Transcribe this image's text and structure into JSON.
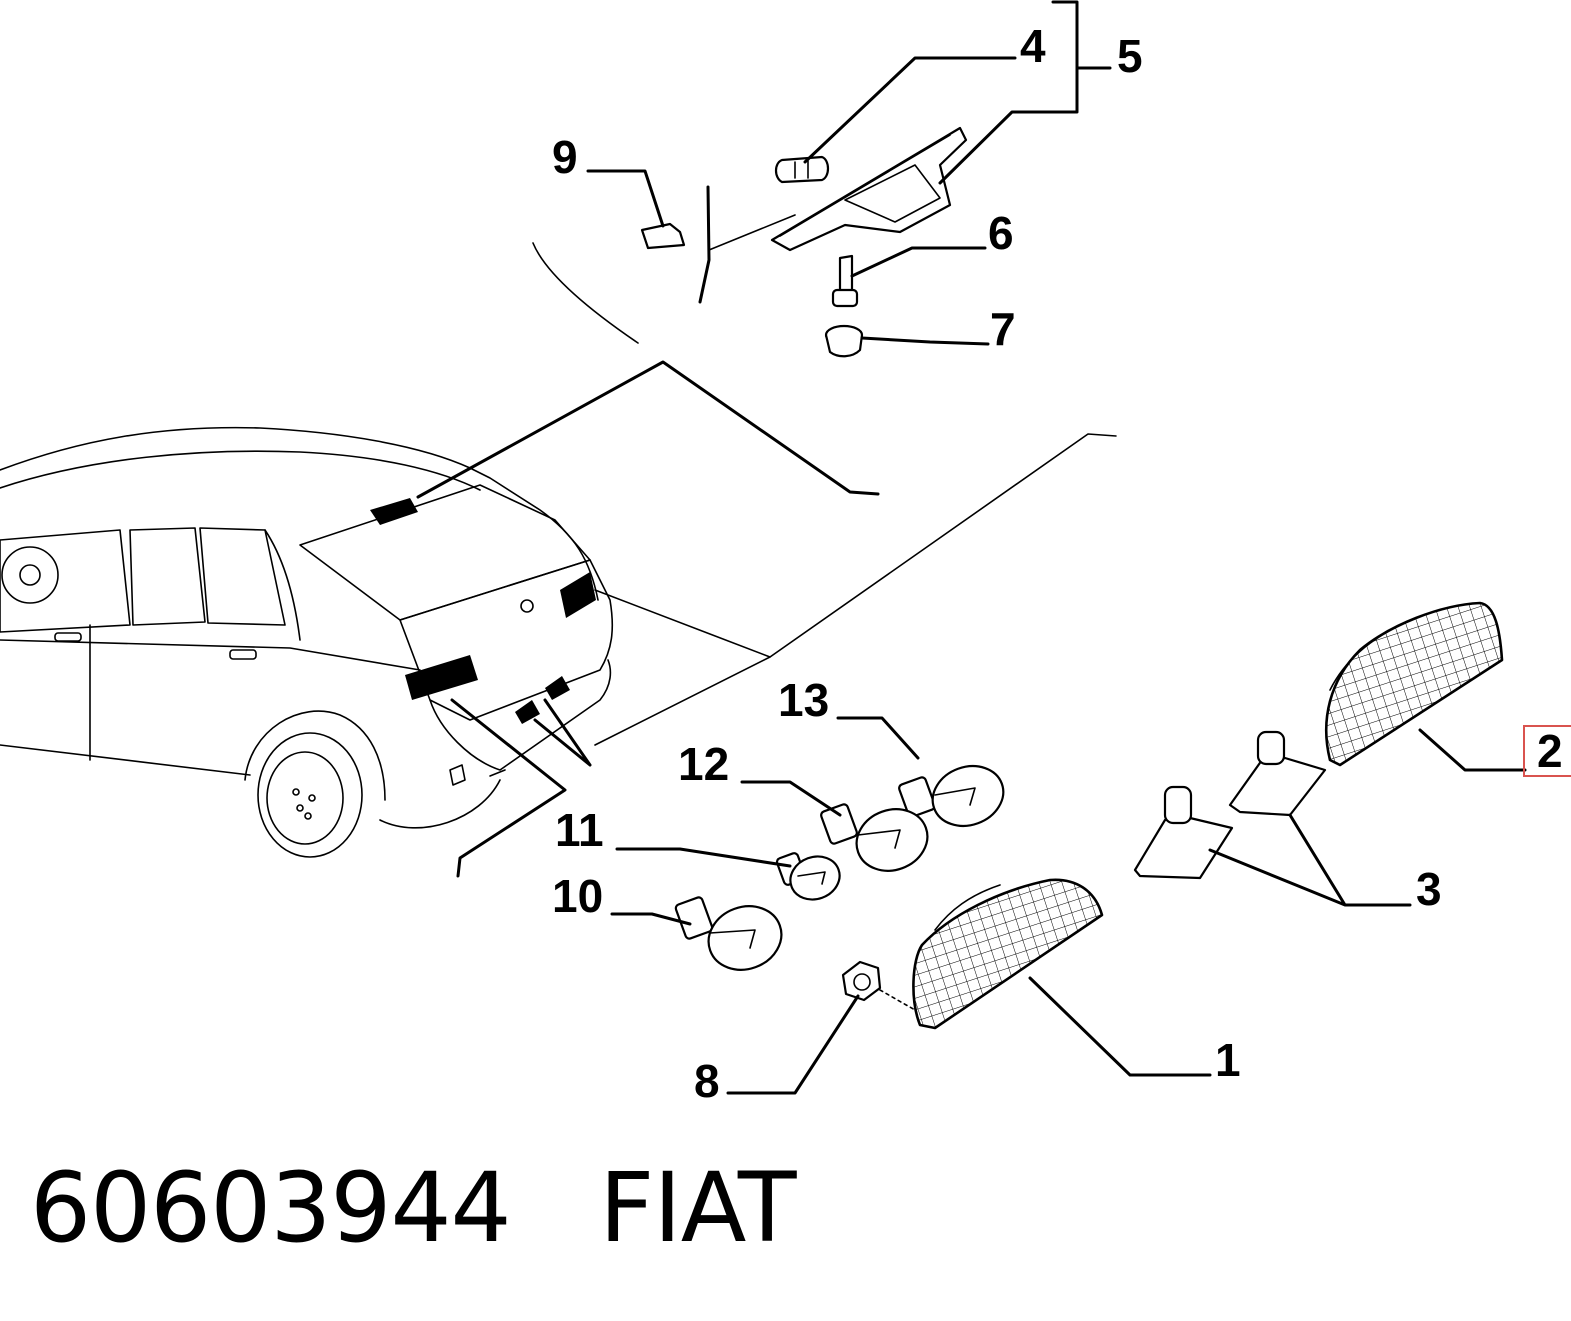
{
  "callouts": [
    {
      "id": "1",
      "label": "1"
    },
    {
      "id": "2",
      "label": "2"
    },
    {
      "id": "3",
      "label": "3"
    },
    {
      "id": "4",
      "label": "4"
    },
    {
      "id": "5",
      "label": "5"
    },
    {
      "id": "6",
      "label": "6"
    },
    {
      "id": "7",
      "label": "7"
    },
    {
      "id": "8",
      "label": "8"
    },
    {
      "id": "9",
      "label": "9"
    },
    {
      "id": "10",
      "label": "10"
    },
    {
      "id": "11",
      "label": "11"
    },
    {
      "id": "12",
      "label": "12"
    },
    {
      "id": "13",
      "label": "13"
    }
  ],
  "caption": {
    "part_number": "60603944",
    "brand": "FIAT"
  },
  "highlight_color": "#d9534f"
}
